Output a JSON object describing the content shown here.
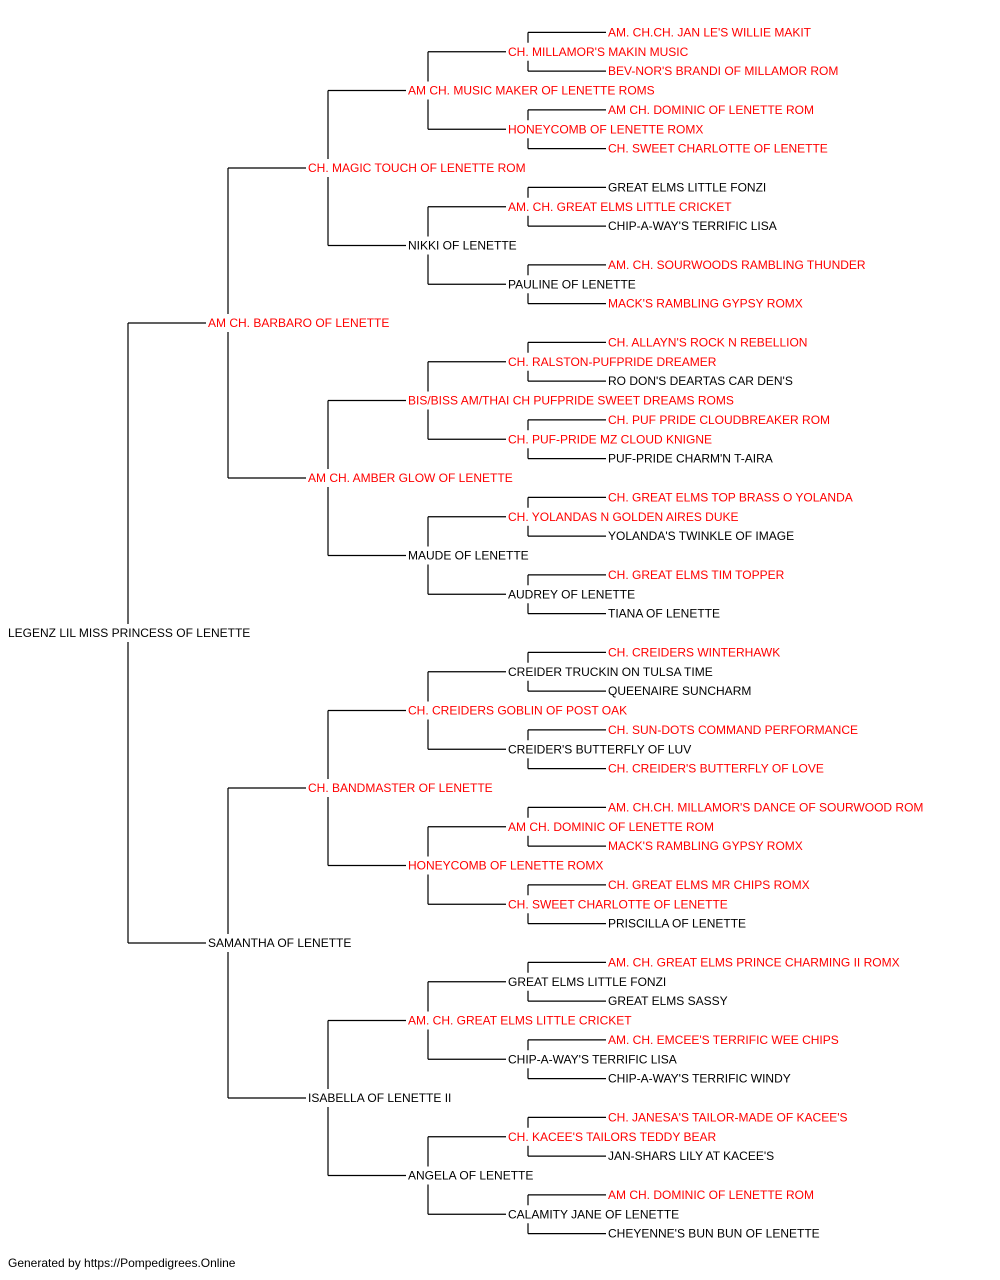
{
  "colors": {
    "champion": "#ff0000",
    "normal": "#000000",
    "line": "#000000"
  },
  "footer": "Generated by https://Pompedigrees.Online",
  "pedigree": {
    "name": "LEGENZ LIL MISS PRINCESS OF LENETTE",
    "ch": false,
    "sire": {
      "name": "AM CH. BARBARO OF LENETTE",
      "ch": true,
      "sire": {
        "name": "CH. MAGIC TOUCH OF LENETTE ROM",
        "ch": true,
        "sire": {
          "name": "AM CH. MUSIC MAKER OF LENETTE ROMS",
          "ch": true,
          "sire": {
            "name": "CH. MILLAMOR'S MAKIN MUSIC",
            "ch": true,
            "sire": {
              "name": "AM. CH.CH. JAN LE'S WILLIE MAKIT",
              "ch": true
            },
            "dam": {
              "name": "BEV-NOR'S BRANDI OF MILLAMOR ROM",
              "ch": true
            }
          },
          "dam": {
            "name": "HONEYCOMB OF LENETTE ROMX",
            "ch": true,
            "sire": {
              "name": "AM CH. DOMINIC OF LENETTE ROM",
              "ch": true
            },
            "dam": {
              "name": "CH. SWEET CHARLOTTE OF LENETTE",
              "ch": true
            }
          }
        },
        "dam": {
          "name": "NIKKI OF LENETTE",
          "ch": false,
          "sire": {
            "name": "AM. CH. GREAT ELMS LITTLE CRICKET",
            "ch": true,
            "sire": {
              "name": "GREAT ELMS LITTLE FONZI",
              "ch": false
            },
            "dam": {
              "name": "CHIP-A-WAY'S TERRIFIC LISA",
              "ch": false
            }
          },
          "dam": {
            "name": "PAULINE OF LENETTE",
            "ch": false,
            "sire": {
              "name": "AM. CH. SOURWOODS RAMBLING THUNDER",
              "ch": true
            },
            "dam": {
              "name": "MACK'S RAMBLING GYPSY ROMX",
              "ch": true
            }
          }
        }
      },
      "dam": {
        "name": "AM CH. AMBER GLOW OF LENETTE",
        "ch": true,
        "sire": {
          "name": "BIS/BISS AM/THAI CH PUFPRIDE SWEET DREAMS ROMS",
          "ch": true,
          "sire": {
            "name": "CH. RALSTON-PUFPRIDE DREAMER",
            "ch": true,
            "sire": {
              "name": "CH. ALLAYN'S ROCK N REBELLION",
              "ch": true
            },
            "dam": {
              "name": "RO DON'S DEARTAS CAR DEN'S",
              "ch": false
            }
          },
          "dam": {
            "name": "CH. PUF-PRIDE MZ CLOUD KNIGNE",
            "ch": true,
            "sire": {
              "name": "CH. PUF PRIDE CLOUDBREAKER ROM",
              "ch": true
            },
            "dam": {
              "name": "PUF-PRIDE CHARM'N T-AIRA",
              "ch": false
            }
          }
        },
        "dam": {
          "name": "MAUDE OF LENETTE",
          "ch": false,
          "sire": {
            "name": "CH. YOLANDAS N GOLDEN AIRES DUKE",
            "ch": true,
            "sire": {
              "name": "CH. GREAT ELMS TOP BRASS O YOLANDA",
              "ch": true
            },
            "dam": {
              "name": "YOLANDA'S TWINKLE OF IMAGE",
              "ch": false
            }
          },
          "dam": {
            "name": "AUDREY OF LENETTE",
            "ch": false,
            "sire": {
              "name": "CH. GREAT ELMS TIM TOPPER",
              "ch": true
            },
            "dam": {
              "name": "TIANA OF LENETTE",
              "ch": false
            }
          }
        }
      }
    },
    "dam": {
      "name": "SAMANTHA OF LENETTE",
      "ch": false,
      "sire": {
        "name": "CH. BANDMASTER OF LENETTE",
        "ch": true,
        "sire": {
          "name": "CH. CREIDERS GOBLIN OF POST OAK",
          "ch": true,
          "sire": {
            "name": "CREIDER TRUCKIN ON TULSA TIME",
            "ch": false,
            "sire": {
              "name": "CH. CREIDERS WINTERHAWK",
              "ch": true
            },
            "dam": {
              "name": "QUEENAIRE SUNCHARM",
              "ch": false
            }
          },
          "dam": {
            "name": "CREIDER'S BUTTERFLY OF LUV",
            "ch": false,
            "sire": {
              "name": "CH. SUN-DOTS COMMAND PERFORMANCE",
              "ch": true
            },
            "dam": {
              "name": "CH. CREIDER'S BUTTERFLY OF LOVE",
              "ch": true
            }
          }
        },
        "dam": {
          "name": "HONEYCOMB OF LENETTE ROMX",
          "ch": true,
          "sire": {
            "name": "AM CH. DOMINIC OF LENETTE ROM",
            "ch": true,
            "sire": {
              "name": "AM. CH.CH. MILLAMOR'S DANCE OF SOURWOOD ROM",
              "ch": true
            },
            "dam": {
              "name": "MACK'S RAMBLING GYPSY ROMX",
              "ch": true
            }
          },
          "dam": {
            "name": "CH. SWEET CHARLOTTE OF LENETTE",
            "ch": true,
            "sire": {
              "name": "CH. GREAT ELMS MR CHIPS ROMX",
              "ch": true
            },
            "dam": {
              "name": "PRISCILLA OF LENETTE",
              "ch": false
            }
          }
        }
      },
      "dam": {
        "name": "ISABELLA OF LENETTE II",
        "ch": false,
        "sire": {
          "name": "AM. CH. GREAT ELMS LITTLE CRICKET",
          "ch": true,
          "sire": {
            "name": "GREAT ELMS LITTLE FONZI",
            "ch": false,
            "sire": {
              "name": "AM. CH. GREAT ELMS PRINCE CHARMING II ROMX",
              "ch": true
            },
            "dam": {
              "name": "GREAT ELMS SASSY",
              "ch": false
            }
          },
          "dam": {
            "name": "CHIP-A-WAY'S TERRIFIC LISA",
            "ch": false,
            "sire": {
              "name": "AM. CH. EMCEE'S TERRIFIC WEE CHIPS",
              "ch": true
            },
            "dam": {
              "name": "CHIP-A-WAY'S TERRIFIC WINDY",
              "ch": false
            }
          }
        },
        "dam": {
          "name": "ANGELA OF LENETTE",
          "ch": false,
          "sire": {
            "name": "CH. KACEE'S TAILORS TEDDY BEAR",
            "ch": true,
            "sire": {
              "name": "CH. JANESA'S TAILOR-MADE OF KACEE'S",
              "ch": true
            },
            "dam": {
              "name": "JAN-SHARS LILY AT KACEE'S",
              "ch": false
            }
          },
          "dam": {
            "name": "CALAMITY JANE OF LENETTE",
            "ch": false,
            "sire": {
              "name": "AM CH. DOMINIC OF LENETTE ROM",
              "ch": true
            },
            "dam": {
              "name": "CHEYENNE'S BUN BUN OF LENETTE",
              "ch": false
            }
          }
        }
      }
    }
  }
}
